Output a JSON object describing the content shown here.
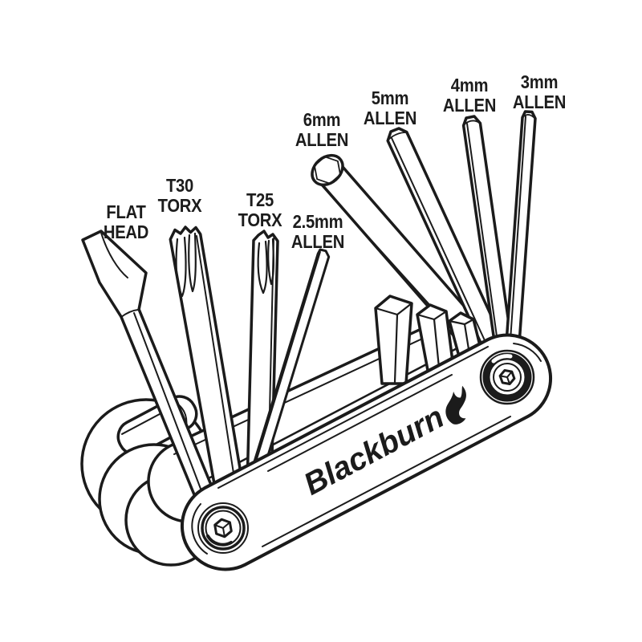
{
  "illustration": {
    "brand": "Blackburn",
    "colors": {
      "line": "#1b1b1b",
      "background": "#ffffff"
    },
    "tool_labels": [
      {
        "id": "flat-head",
        "lines": [
          "FLAT",
          "HEAD"
        ]
      },
      {
        "id": "t30-torx",
        "lines": [
          "T30",
          "TORX"
        ]
      },
      {
        "id": "t25-torx",
        "lines": [
          "T25",
          "TORX"
        ]
      },
      {
        "id": "allen-2-5mm",
        "lines": [
          "2.5mm",
          "ALLEN"
        ]
      },
      {
        "id": "allen-6mm",
        "lines": [
          "6mm",
          "ALLEN"
        ]
      },
      {
        "id": "allen-5mm",
        "lines": [
          "5mm",
          "ALLEN"
        ]
      },
      {
        "id": "allen-4mm",
        "lines": [
          "4mm",
          "ALLEN"
        ]
      },
      {
        "id": "allen-3mm",
        "lines": [
          "3mm",
          "ALLEN"
        ]
      }
    ]
  }
}
